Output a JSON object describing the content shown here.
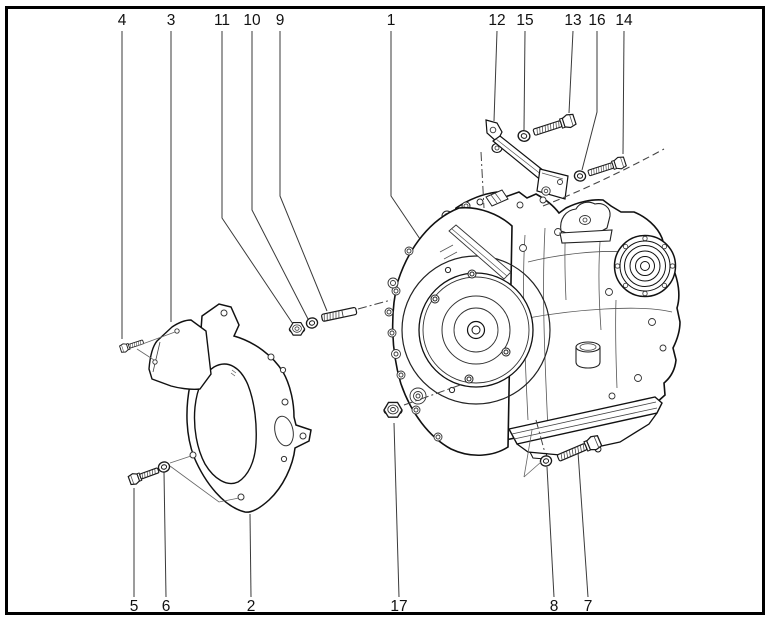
{
  "figure": {
    "type": "exploded-parts-diagram",
    "background": "#ffffff",
    "line_color": "#1a1a1a",
    "border_color": "#000000",
    "callout_color": "#111111"
  },
  "callouts": {
    "n1": "1",
    "n2": "2",
    "n3": "3",
    "n4": "4",
    "n5": "5",
    "n6": "6",
    "n7": "7",
    "n8": "8",
    "n9": "9",
    "n10": "10",
    "n11": "11",
    "n12": "12",
    "n13": "13",
    "n14": "14",
    "n15": "15",
    "n16": "16",
    "n17": "17"
  }
}
